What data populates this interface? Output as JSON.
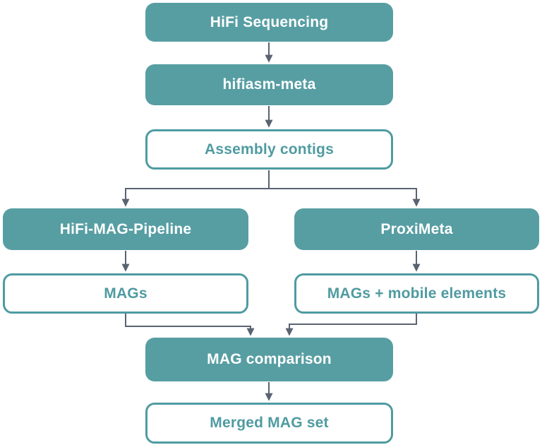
{
  "diagram": {
    "type": "flowchart",
    "nodes": [
      {
        "id": "hifi-sequencing",
        "label": "HiFi Sequencing",
        "style": "filled"
      },
      {
        "id": "hifiasm-meta",
        "label": "hifiasm-meta",
        "style": "filled"
      },
      {
        "id": "assembly-contigs",
        "label": "Assembly contigs",
        "style": "outline"
      },
      {
        "id": "hifi-mag-pipeline",
        "label": "HiFi-MAG-Pipeline",
        "style": "filled"
      },
      {
        "id": "proximeta",
        "label": "ProxiMeta",
        "style": "filled"
      },
      {
        "id": "mags",
        "label": "MAGs",
        "style": "outline"
      },
      {
        "id": "mags-mobile",
        "label": "MAGs + mobile elements",
        "style": "outline"
      },
      {
        "id": "mag-comparison",
        "label": "MAG comparison",
        "style": "filled"
      },
      {
        "id": "merged-mag-set",
        "label": "Merged MAG set",
        "style": "outline"
      }
    ],
    "edges": [
      {
        "from": "hifi-sequencing",
        "to": "hifiasm-meta"
      },
      {
        "from": "hifiasm-meta",
        "to": "assembly-contigs"
      },
      {
        "from": "assembly-contigs",
        "to": "hifi-mag-pipeline"
      },
      {
        "from": "assembly-contigs",
        "to": "proximeta"
      },
      {
        "from": "hifi-mag-pipeline",
        "to": "mags"
      },
      {
        "from": "proximeta",
        "to": "mags-mobile"
      },
      {
        "from": "mags",
        "to": "mag-comparison"
      },
      {
        "from": "mags-mobile",
        "to": "mag-comparison"
      },
      {
        "from": "mag-comparison",
        "to": "merged-mag-set"
      }
    ],
    "colors": {
      "node_fill": "#579ea3",
      "node_border": "#4f9ba1",
      "node_text_filled": "#ffffff",
      "node_text_outline": "#4f9ba1",
      "arrow": "#5a6370",
      "background": "#ffffff"
    }
  }
}
